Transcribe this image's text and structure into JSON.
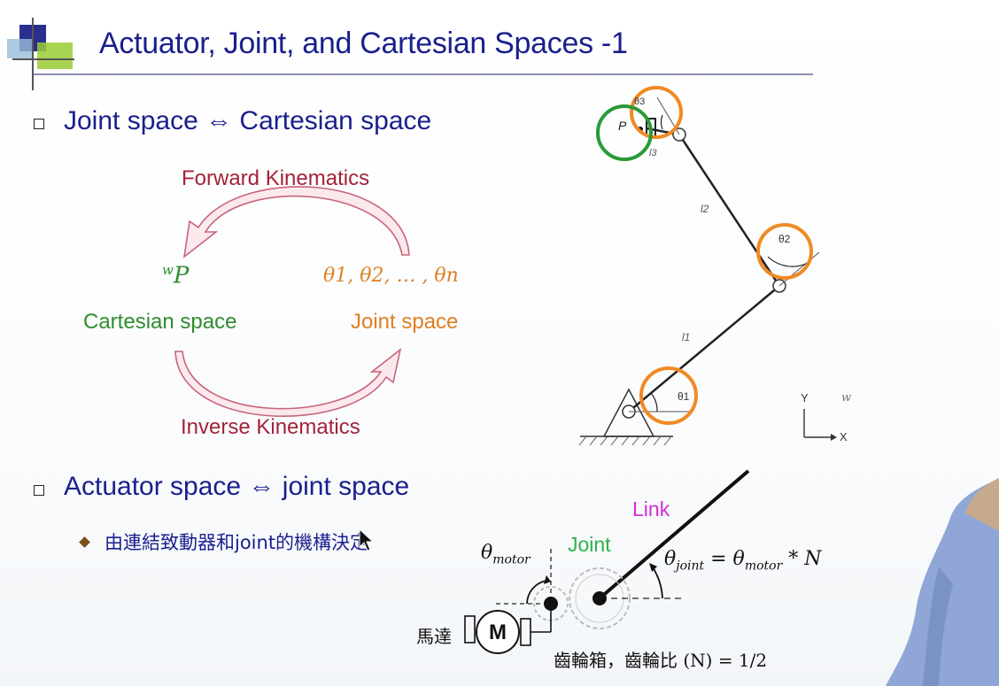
{
  "slide": {
    "title": "Actuator, Joint, and Cartesian Spaces -1",
    "bullet1": "Joint space ⇔ Cartesian space",
    "bullet2": "Actuator space ⇔ joint space",
    "sub_bullet": "由連結致動器和joint的機構決定"
  },
  "kinematics": {
    "forward": "Forward Kinematics",
    "inverse": "Inverse Kinematics",
    "cartesian_symbol": "wP",
    "joint_symbol": "θ1, θ2, … , θn",
    "cartesian_label": "Cartesian space",
    "joint_label": "Joint space"
  },
  "arm": {
    "theta1": "θ1",
    "theta2": "θ2",
    "theta3": "θ3",
    "l1": "l1",
    "l2": "l2",
    "l3": "l3",
    "point": "P",
    "axis_y": "Y",
    "axis_x": "X",
    "frame": "w"
  },
  "gear": {
    "link_label": "Link",
    "joint_label": "Joint",
    "theta_motor": "θmotor",
    "equation": "θjoint = θmotor * N",
    "motor_label": "馬達",
    "motor_symbol": "M",
    "gearbox": "齒輪箱，齒輪比 (N) = 1/2"
  },
  "colors": {
    "title": "#1a1f8c",
    "red": "#a3233a",
    "green": "#2f8d2f",
    "orange": "#e07f23",
    "magenta": "#d42cd4",
    "joint_green": "#2fb24a"
  }
}
